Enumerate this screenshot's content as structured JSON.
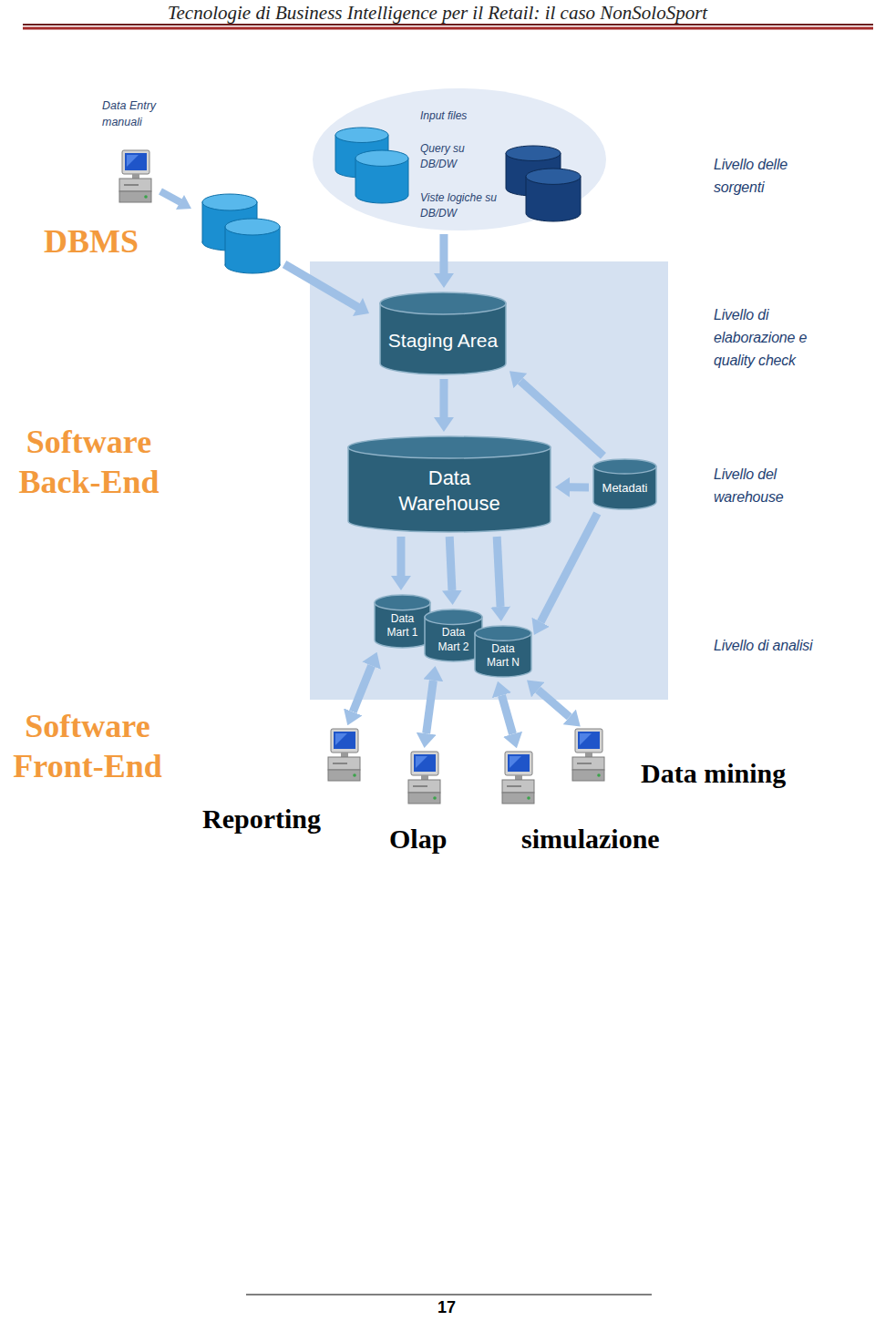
{
  "diagram": {
    "nodes": [
      {
        "text": [
          "Data Entry manuali"
        ]
      },
      {
        "text": [
          "Input files",
          "Query su DB/DW",
          "Viste logiche su DB/DW"
        ]
      },
      {
        "text": [
          "Staging Area"
        ]
      },
      {
        "text": [
          "Data Warehouse"
        ]
      },
      {
        "text": [
          "Metadati"
        ]
      },
      {
        "text": [
          "Data Mart 1"
        ]
      },
      {
        "text": [
          "Data Mart 2"
        ]
      },
      {
        "text": [
          "Data Mart N"
        ]
      },
      {
        "text": [
          "Reporting"
        ]
      },
      {
        "text": [
          "Olap"
        ]
      },
      {
        "text": [
          "simulazione"
        ]
      },
      {
        "text": [
          "Data mining"
        ]
      }
    ],
    "edges": [
      {
        "from": 1,
        "to": 2,
        "arrow": "to"
      },
      {
        "from": 2,
        "to": 3,
        "arrow": "to"
      },
      {
        "from": 4,
        "to": 3,
        "arrow": "to"
      },
      {
        "from": 4,
        "to": 2,
        "arrow": "to"
      },
      {
        "from": 3,
        "to": 5,
        "arrow": "to"
      },
      {
        "from": 3,
        "to": 6,
        "arrow": "to"
      },
      {
        "from": 3,
        "to": 7,
        "arrow": "to"
      },
      {
        "from": 4,
        "to": 7,
        "arrow": "to"
      },
      {
        "from": 5,
        "to": 8,
        "arrow": "both"
      },
      {
        "from": 6,
        "to": 9,
        "arrow": "both"
      },
      {
        "from": 7,
        "to": 10,
        "arrow": "both"
      },
      {
        "from": 7,
        "to": 11,
        "arrow": "both"
      }
    ],
    "labels": [
      "Tecnologie di Business Intelligence per il Retail: il caso NonSoloSport",
      "DBMS",
      "Software Back-End",
      "Software Front-End",
      "Livello delle sorgenti",
      "Livello di elaborazione e quality check",
      "Livello del warehouse",
      "Livello di analisi",
      "17"
    ]
  }
}
